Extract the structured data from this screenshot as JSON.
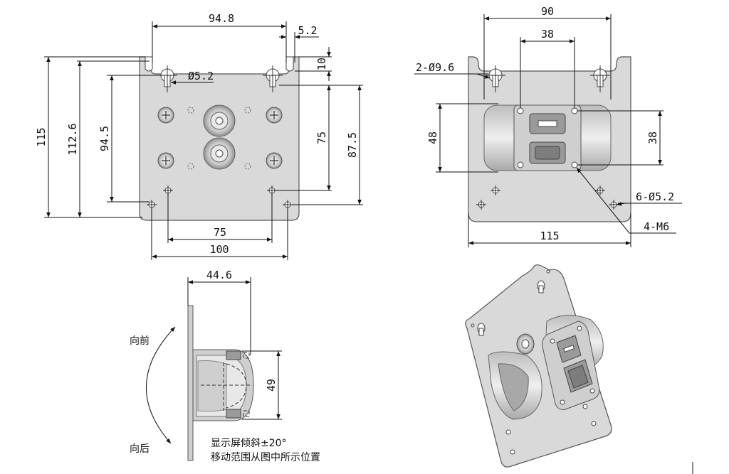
{
  "front_view": {
    "dims": {
      "width_top": "94.8",
      "slot_offset": "5.2",
      "slot_depth": "10",
      "hole_dia": "Ø5.2",
      "height_total": "115",
      "height_outer": "112.6",
      "height_inner": "94.5",
      "height_right_inner": "75",
      "height_right_outer": "87.5",
      "width_bottom_inner": "75",
      "width_bottom_outer": "100"
    }
  },
  "rear_view": {
    "dims": {
      "width_top": "90",
      "width_inner": "38",
      "holes_top": "2-Ø9.6",
      "height_left": "48",
      "height_right": "38",
      "holes_bottom": "6-Ø5.2",
      "thread": "4-M6",
      "width_bottom": "115"
    }
  },
  "side_view": {
    "dims": {
      "depth": "44.6",
      "height": "49"
    },
    "labels": {
      "forward": "向前",
      "backward": "向后",
      "note_line1": "显示屏倾斜±20°",
      "note_line2": "移动范围从图中所示位置"
    }
  }
}
